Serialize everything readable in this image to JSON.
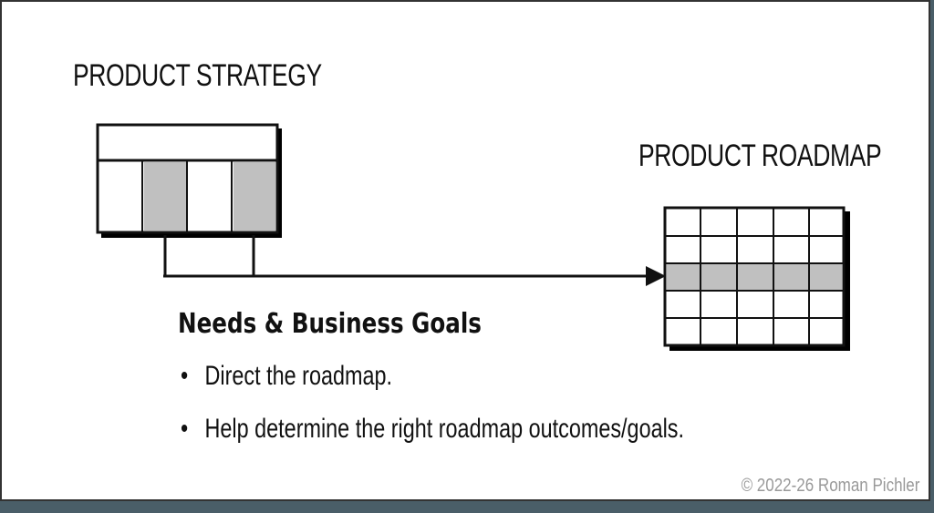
{
  "diagram": {
    "strategy": {
      "title": "PRODUCT STRATEGY",
      "columns": 4,
      "shaded_columns": [
        1,
        3
      ]
    },
    "roadmap": {
      "title": "PRODUCT  ROADMAP",
      "rows": 5,
      "columns": 5,
      "shaded_row": 2
    },
    "connector": "arrow from strategy columns 2 and 4 to roadmap row 3",
    "section": {
      "heading": "Needs & Business Goals",
      "bullets": [
        "Direct the roadmap.",
        "Help determine the right roadmap outcomes/goals."
      ]
    },
    "copyright": "© 2022-26 Roman Pichler",
    "colors": {
      "shade": "#c0c0c0",
      "line": "#111111",
      "frame_background": "#4a5e68"
    }
  }
}
